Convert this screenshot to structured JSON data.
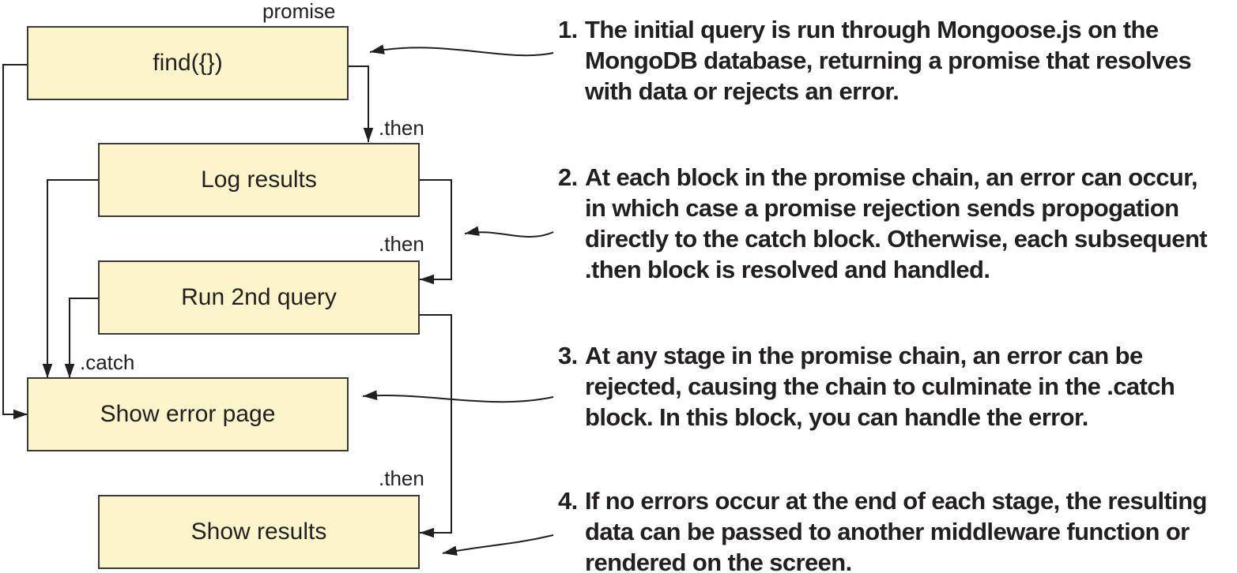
{
  "boxes": {
    "find": "find({})",
    "log": "Log results",
    "run2": "Run 2nd query",
    "error": "Show error page",
    "results": "Show results"
  },
  "labels": {
    "promise": "promise",
    "then1": ".then",
    "then2": ".then",
    "catch": ".catch",
    "then3": ".then"
  },
  "notes": [
    {
      "number": "1.",
      "lines": [
        "The initial query is run through Mongoose.js on the",
        "MongoDB database, returning a promise that resolves",
        "with data or rejects an error."
      ]
    },
    {
      "number": "2.",
      "lines": [
        "At each block in the promise chain, an error can occur,",
        "in which case a promise rejection sends propogation",
        "directly to the catch block. Otherwise, each subsequent",
        ".then block is resolved and handled."
      ]
    },
    {
      "number": "3.",
      "lines": [
        "At any stage in the promise chain, an error can be",
        "rejected, causing the chain to culminate in the .catch",
        "block. In this block, you can handle the error."
      ]
    },
    {
      "number": "4.",
      "lines": [
        "If no errors occur at the end of each stage, the resulting",
        "data can be passed to another middleware function or",
        "rendered on the screen."
      ]
    }
  ],
  "colors": {
    "box_fill": "#fcf5c9",
    "box_border": "#3a3a3a",
    "line": "#231f20",
    "text": "#231f20"
  }
}
